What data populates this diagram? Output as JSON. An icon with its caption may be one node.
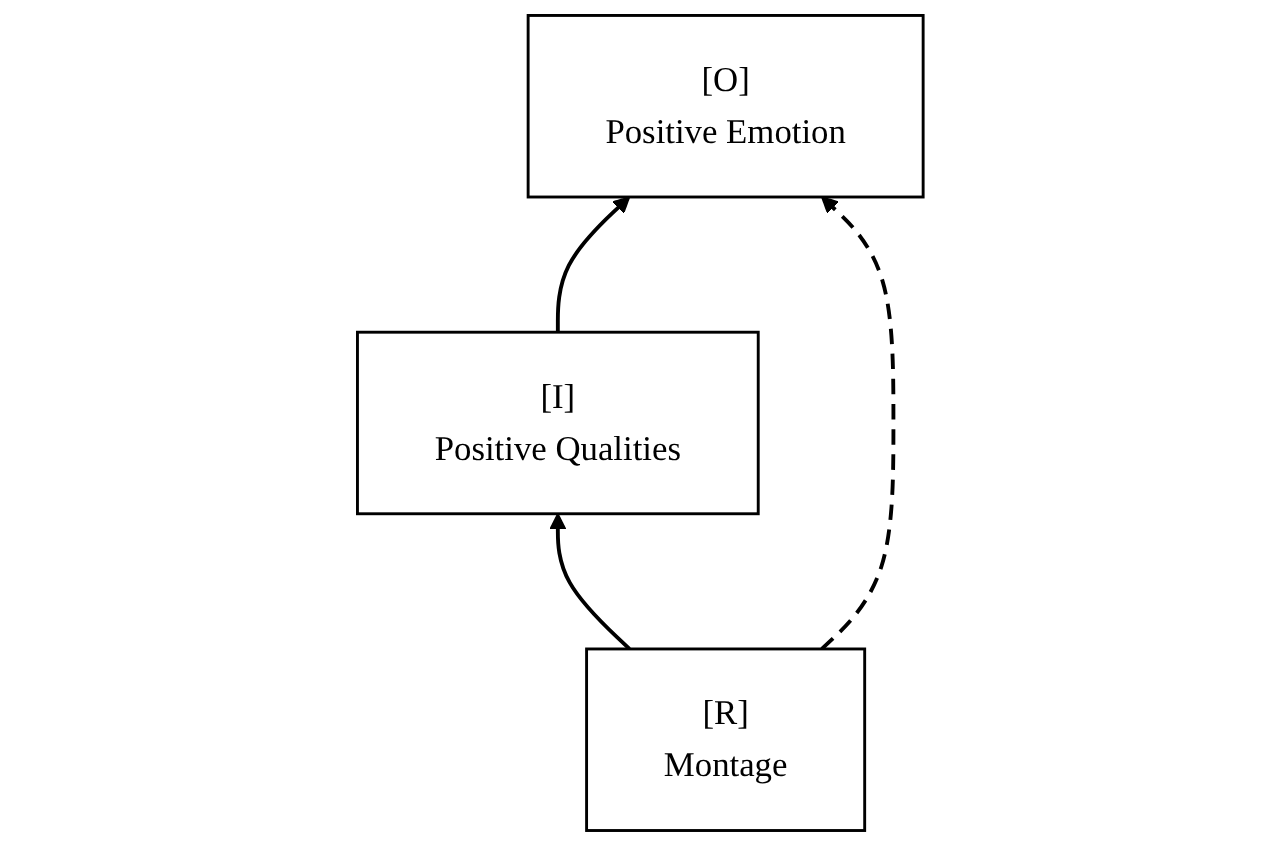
{
  "diagram": {
    "nodes": [
      {
        "text": [
          "[I]",
          "Positive Qualities"
        ]
      },
      {
        "text": [
          "[R]",
          "Montage"
        ]
      },
      {
        "text": [
          "[O]",
          "Positive Emotion"
        ]
      }
    ],
    "edges": [
      {
        "from": 1,
        "to": 0,
        "arrow": "to"
      },
      {
        "from": 0,
        "to": 2,
        "arrow": "to"
      },
      {
        "from": 1,
        "to": 2,
        "arrow": "to",
        "style": "dashed"
      }
    ]
  }
}
